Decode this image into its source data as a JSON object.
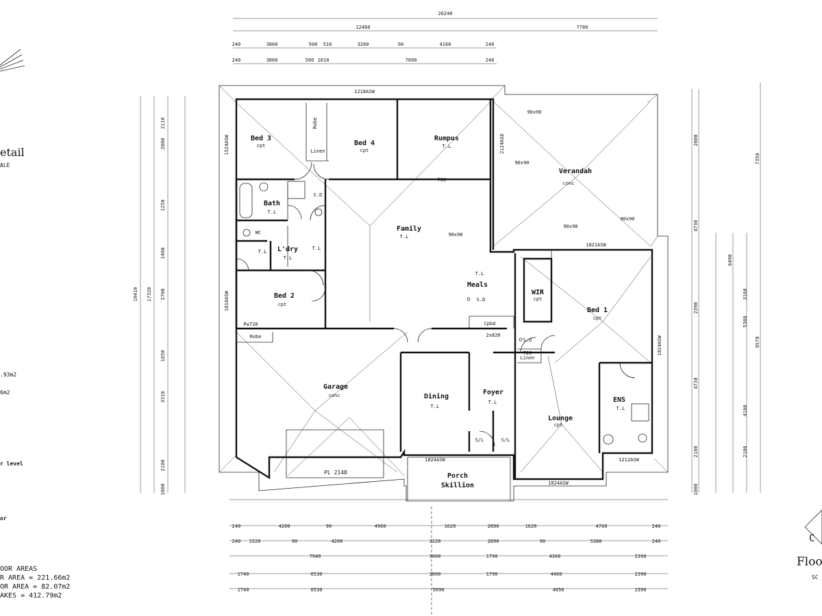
{
  "left_panel": {
    "title_fragment": "etail",
    "scale_fragment": "ALE",
    "area1_fragment": ".93m2",
    "area2_fragment": "6m2",
    "note1_fragment": "r level",
    "note2_fragment": "or",
    "floor_areas_heading": "OOR AREAS",
    "floor_area_line": "R AREA = 221.66m2",
    "other_area_line": "OR AREA = 82.07m2",
    "eaves_area_line": "AKES = 412.79m2"
  },
  "right_panel": {
    "logo_letter": "C",
    "title_fragment": "Floo",
    "scale_fragment": "SC"
  },
  "rooms": {
    "bed3": {
      "name": "Bed 3",
      "floor": "cpt"
    },
    "bed4": {
      "name": "Bed 4",
      "floor": "cpt"
    },
    "rumpus": {
      "name": "Rumpus",
      "floor": "T.L"
    },
    "verandah": {
      "name": "Verandah",
      "floor": "conc"
    },
    "bath": {
      "name": "Bath",
      "floor": "T.L"
    },
    "laundry": {
      "name": "L'dry",
      "floor": "T.L"
    },
    "family": {
      "name": "Family",
      "floor": "T.L"
    },
    "meals": {
      "name": "Meals",
      "floor": "T.L"
    },
    "bed2": {
      "name": "Bed 2",
      "floor": "cpt"
    },
    "wir": {
      "name": "WIR",
      "floor": "cpt"
    },
    "bed1": {
      "name": "Bed 1",
      "floor": "cpt"
    },
    "garage": {
      "name": "Garage",
      "floor": "conc"
    },
    "dining": {
      "name": "Dining",
      "floor": "T.L"
    },
    "foyer": {
      "name": "Foyer",
      "floor": "T.L"
    },
    "lounge": {
      "name": "Lounge",
      "floor": "cpt"
    },
    "ens": {
      "name": "ENS",
      "floor": "T.L"
    },
    "porch": {
      "name": "Porch",
      "floor": "Skillion"
    }
  },
  "labels": {
    "robe": "Robe",
    "robe2": "Robe",
    "linen": "Linen",
    "linen2": "Linen",
    "cpbd": "Cpbd",
    "wc": "WC",
    "tl": "T.L",
    "tl2": "T.L",
    "sd1": "S.D",
    "sd2": "S.D",
    "sd3": "S.D",
    "pl": "PL 2148",
    "beam1": "90x90",
    "beam2": "90x90",
    "beam3": "90x90",
    "beam4": "90x90",
    "beam5": "90x90",
    "beam_top": "1218ASW",
    "beam_left": "1524ASW",
    "beam_rumpus": "2124ASD",
    "beam_mid": "1821ASW",
    "beam_bed2": "1818ASW",
    "beam_bed1": "1824ASW",
    "beam_porch": "1824ASW",
    "beam_lounge": "1824ASW",
    "beam_ens": "1212ASW",
    "pw720": "Pw720",
    "door_2x820": "2x820",
    "door_720": "720",
    "door_760": "760",
    "sl": "S/L",
    "sl2": "S/L"
  },
  "top_dims": {
    "overall": "20240",
    "row1": [
      "12460",
      "7780"
    ],
    "row2": [
      "240",
      "3860",
      "500",
      "510",
      "3260",
      "90",
      "4160",
      "240"
    ],
    "row3": [
      "240",
      "3860",
      "500",
      "1010",
      "7600",
      "240"
    ]
  },
  "bottom_dims": {
    "row1": [
      "240",
      "4200",
      "90",
      "4960",
      "1620",
      "2890",
      "1620",
      "4760",
      "240"
    ],
    "row2": [
      "240",
      "1520",
      "90",
      "4200",
      "3220",
      "2890",
      "90",
      "5380",
      "240"
    ],
    "row3": [
      "7940",
      "3000",
      "1790",
      "4360",
      "2390"
    ],
    "row4": [
      "1740",
      "6530",
      "3000",
      "1790",
      "4460",
      "2390"
    ],
    "row5": [
      "1740",
      "6530",
      "5690",
      "4850",
      "2390"
    ]
  },
  "left_dims": {
    "overall": "19410",
    "inner": "17320",
    "segments": [
      "2110",
      "2800",
      "1250",
      "1400",
      "2700",
      "1650",
      "3310",
      "2100",
      "1000"
    ]
  },
  "right_dims": {
    "overall": "7350",
    "middle": "6490",
    "lower": "9570",
    "segments": [
      "2800",
      "4730",
      "2390",
      "4730",
      "2100",
      "1000",
      "3160",
      "5380",
      "4100",
      "2100"
    ]
  }
}
